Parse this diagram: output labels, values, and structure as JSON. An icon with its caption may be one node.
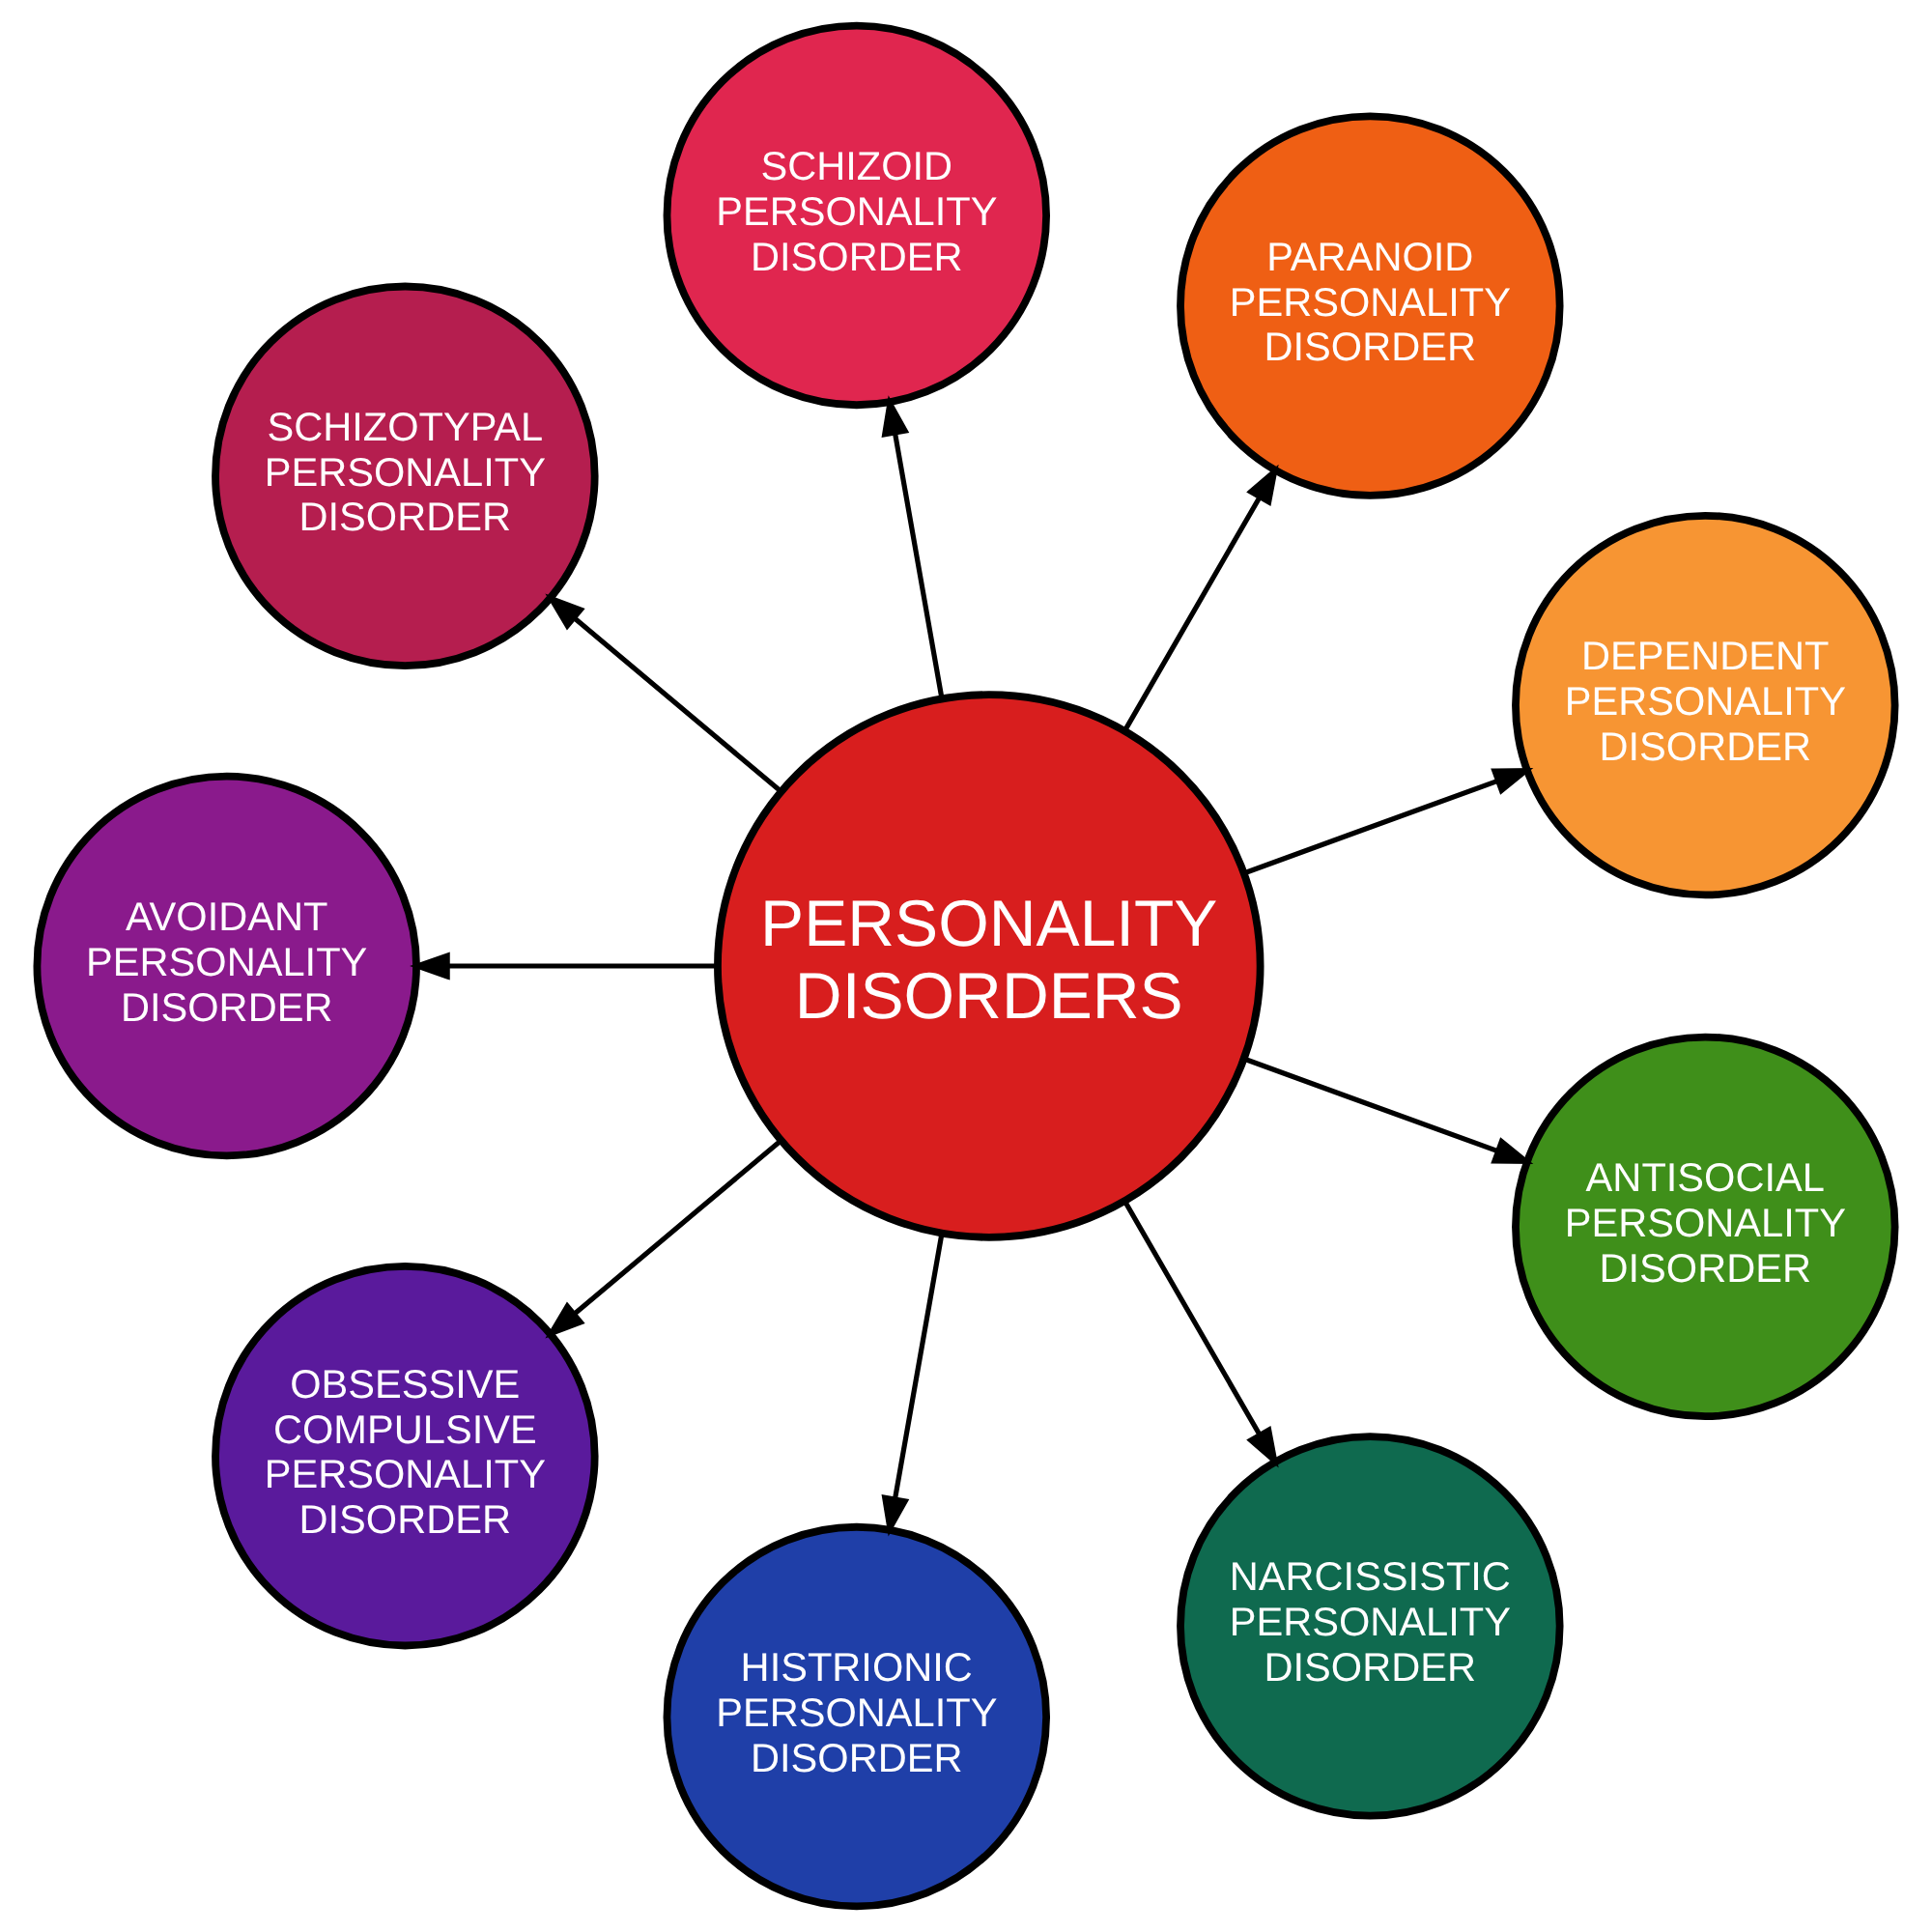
{
  "diagram": {
    "nodes": [
      {
        "text": [
          "PERSONALITY DISORDERS"
        ]
      },
      {
        "text": [
          "DEPENDENT PERSONALITY DISORDER"
        ]
      },
      {
        "text": [
          "PARANOID PERSONALITY DISORDER"
        ]
      },
      {
        "text": [
          "SCHIZOID PERSONALITY DISORDER"
        ]
      },
      {
        "text": [
          "SCHIZOTYPAL PERSONALITY DISORDER"
        ]
      },
      {
        "text": [
          "AVOIDANT PERSONALITY DISORDER"
        ]
      },
      {
        "text": [
          "OBSESSIVE COMPULSIVE PERSONALITY DISORDER"
        ]
      },
      {
        "text": [
          "HISTRIONIC PERSONALITY DISORDER"
        ]
      },
      {
        "text": [
          "NARCISSISTIC PERSONALITY DISORDER"
        ]
      },
      {
        "text": [
          "ANTISOCIAL PERSONALITY DISORDER"
        ]
      }
    ],
    "edges": [
      {
        "from": 0,
        "to": 1,
        "arrow": "to"
      },
      {
        "from": 0,
        "to": 2,
        "arrow": "to"
      },
      {
        "from": 0,
        "to": 3,
        "arrow": "to"
      },
      {
        "from": 0,
        "to": 4,
        "arrow": "to"
      },
      {
        "from": 0,
        "to": 5,
        "arrow": "to"
      },
      {
        "from": 0,
        "to": 6,
        "arrow": "to"
      },
      {
        "from": 0,
        "to": 7,
        "arrow": "to"
      },
      {
        "from": 0,
        "to": 8,
        "arrow": "to"
      },
      {
        "from": 0,
        "to": 9,
        "arrow": "to"
      }
    ]
  }
}
